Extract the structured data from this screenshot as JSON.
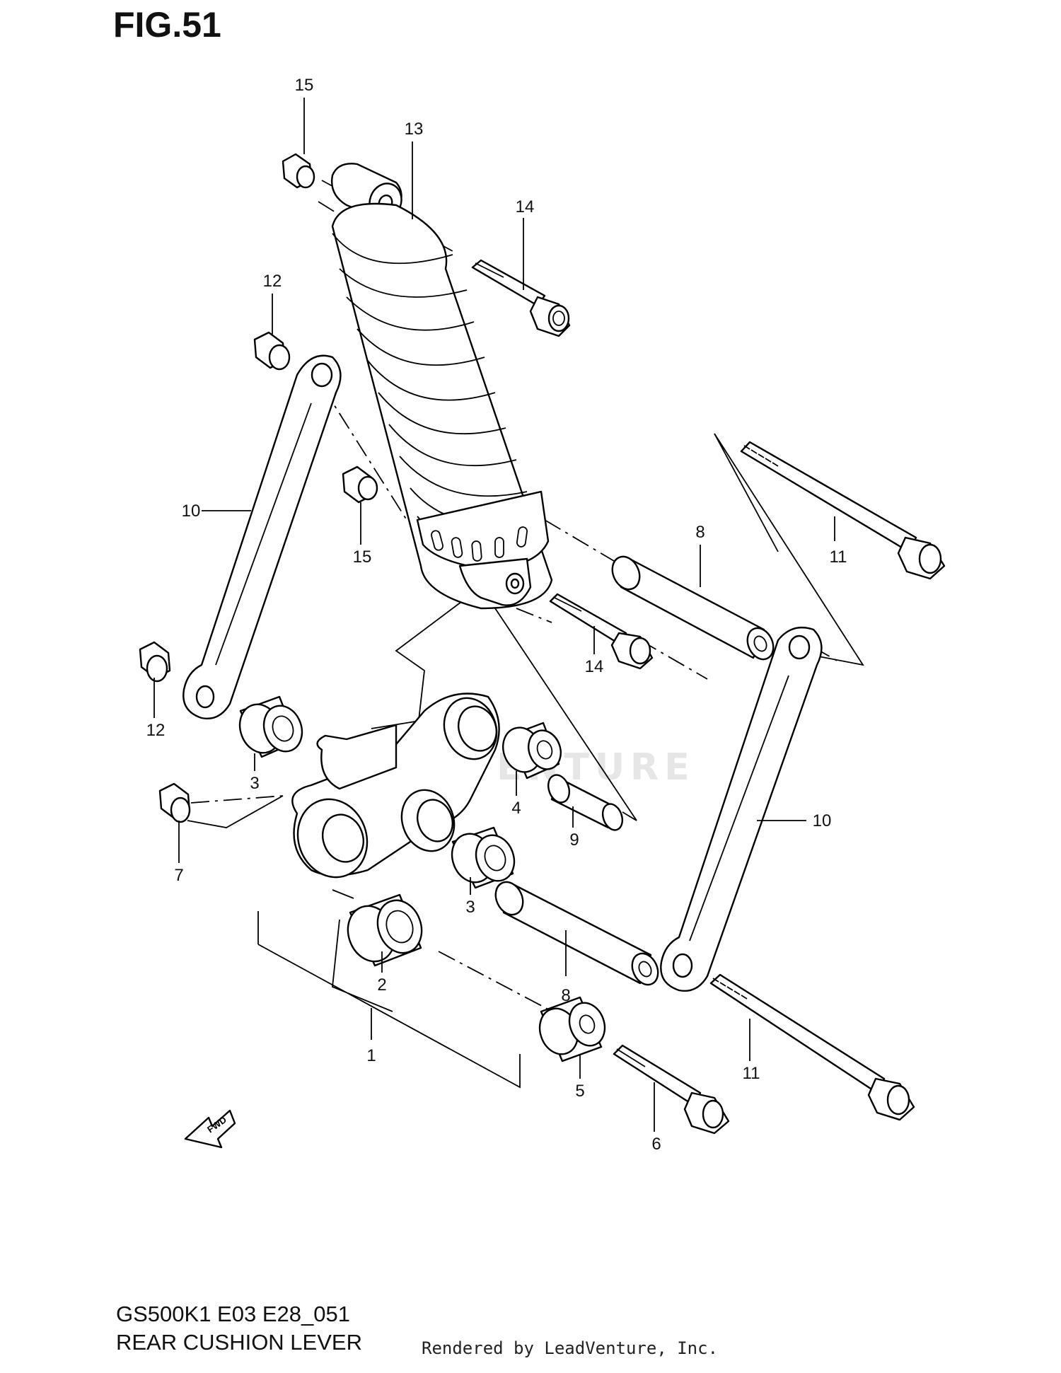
{
  "figure": {
    "title": "FIG.51"
  },
  "footer": {
    "model": "GS500K1 E03 E28_051",
    "name": "REAR CUSHION LEVER",
    "rendered_by": "Rendered by LeadVenture, Inc."
  },
  "watermark": "LEADVENTURE",
  "fwd_label": "FWD",
  "callouts": [
    "1",
    "2",
    "3",
    "3",
    "4",
    "5",
    "6",
    "7",
    "8",
    "8",
    "9",
    "10",
    "10",
    "11",
    "11",
    "12",
    "12",
    "13",
    "14",
    "14",
    "15",
    "15"
  ]
}
